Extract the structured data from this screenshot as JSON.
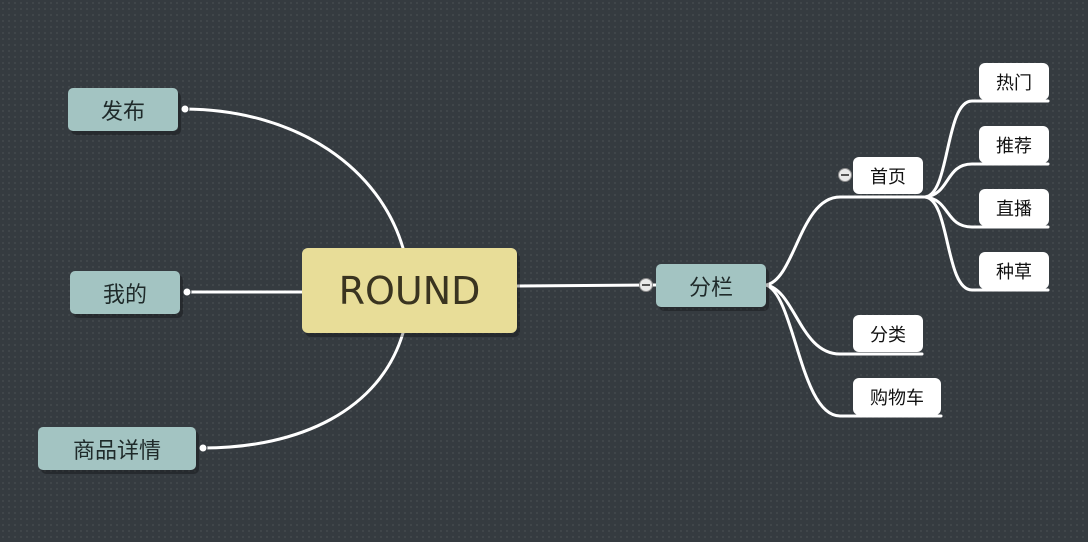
{
  "mindmap": {
    "root": {
      "label": "ROUND"
    },
    "left_topics": [
      {
        "label": "发布"
      },
      {
        "label": "我的"
      },
      {
        "label": "商品详情"
      }
    ],
    "right_topic": {
      "label": "分栏",
      "children": [
        {
          "label": "首页",
          "children": [
            {
              "label": "热门"
            },
            {
              "label": "推荐"
            },
            {
              "label": "直播"
            },
            {
              "label": "种草"
            }
          ]
        },
        {
          "label": "分类"
        },
        {
          "label": "购物车"
        }
      ]
    }
  },
  "colors": {
    "background": "#353b40",
    "root_fill": "#e8dd98",
    "topic_fill": "#a3c4c2",
    "subtopic_fill": "#ffffff",
    "connector": "#ffffff"
  }
}
